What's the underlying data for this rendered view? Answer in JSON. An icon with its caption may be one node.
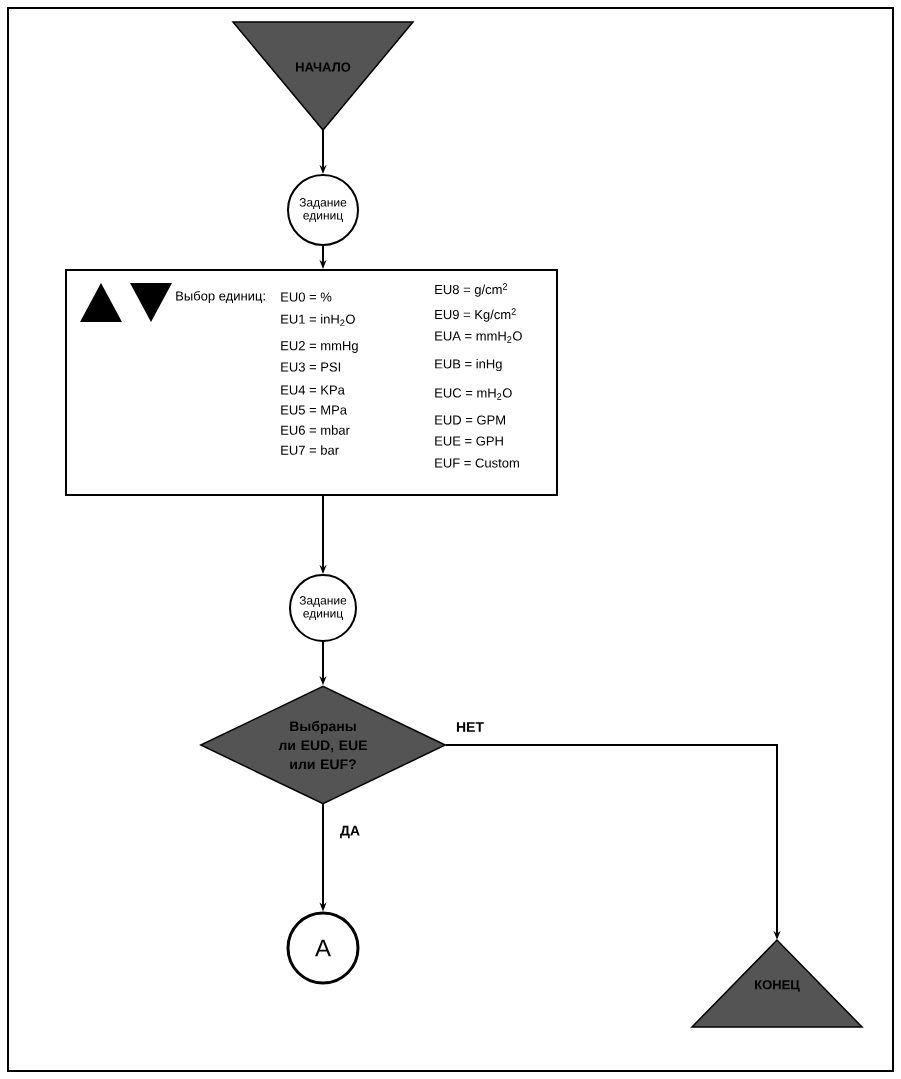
{
  "diagram": {
    "nodes": [
      {
        "text": [
          "НАЧАЛО"
        ]
      },
      {
        "text": [
          "Задание единиц"
        ]
      },
      {
        "text": [
          "Выбор единиц:",
          "EU0 = %",
          "EU1 = inH$_{2}$O",
          "EU2 = mmHg",
          "EU3 = PSI",
          "EU4 = KPa",
          "EU5 = MPa",
          "EU6 = mbar",
          "EU7 = bar",
          "EU8 = g/cm$^{2}$",
          "EU9 = Kg/cm$^{2}$",
          "EUA = mmH$_{2}$O",
          "EUB = inHg",
          "EUC = mH$_{2}$O",
          "EUD = GPM",
          "EUE = GPH",
          "EUF = Custom"
        ]
      },
      {
        "text": [
          "Задание единиц"
        ]
      },
      {
        "text": [
          "Выбраны ли EUD, EUE или EUF?"
        ]
      },
      {
        "text": [
          "A"
        ]
      },
      {
        "text": [
          "КОНЕЦ"
        ]
      }
    ],
    "edges": [
      {
        "from": 0,
        "to": 1,
        "arrow": "to"
      },
      {
        "from": 1,
        "to": 2,
        "arrow": "to"
      },
      {
        "from": 2,
        "to": 3,
        "arrow": "to"
      },
      {
        "from": 3,
        "to": 4,
        "arrow": "to"
      },
      {
        "from": 4,
        "to": 6,
        "arrow": "to",
        "label": "НЕТ"
      },
      {
        "from": 4,
        "to": 5,
        "arrow": "to",
        "label": "ДА"
      }
    ]
  }
}
